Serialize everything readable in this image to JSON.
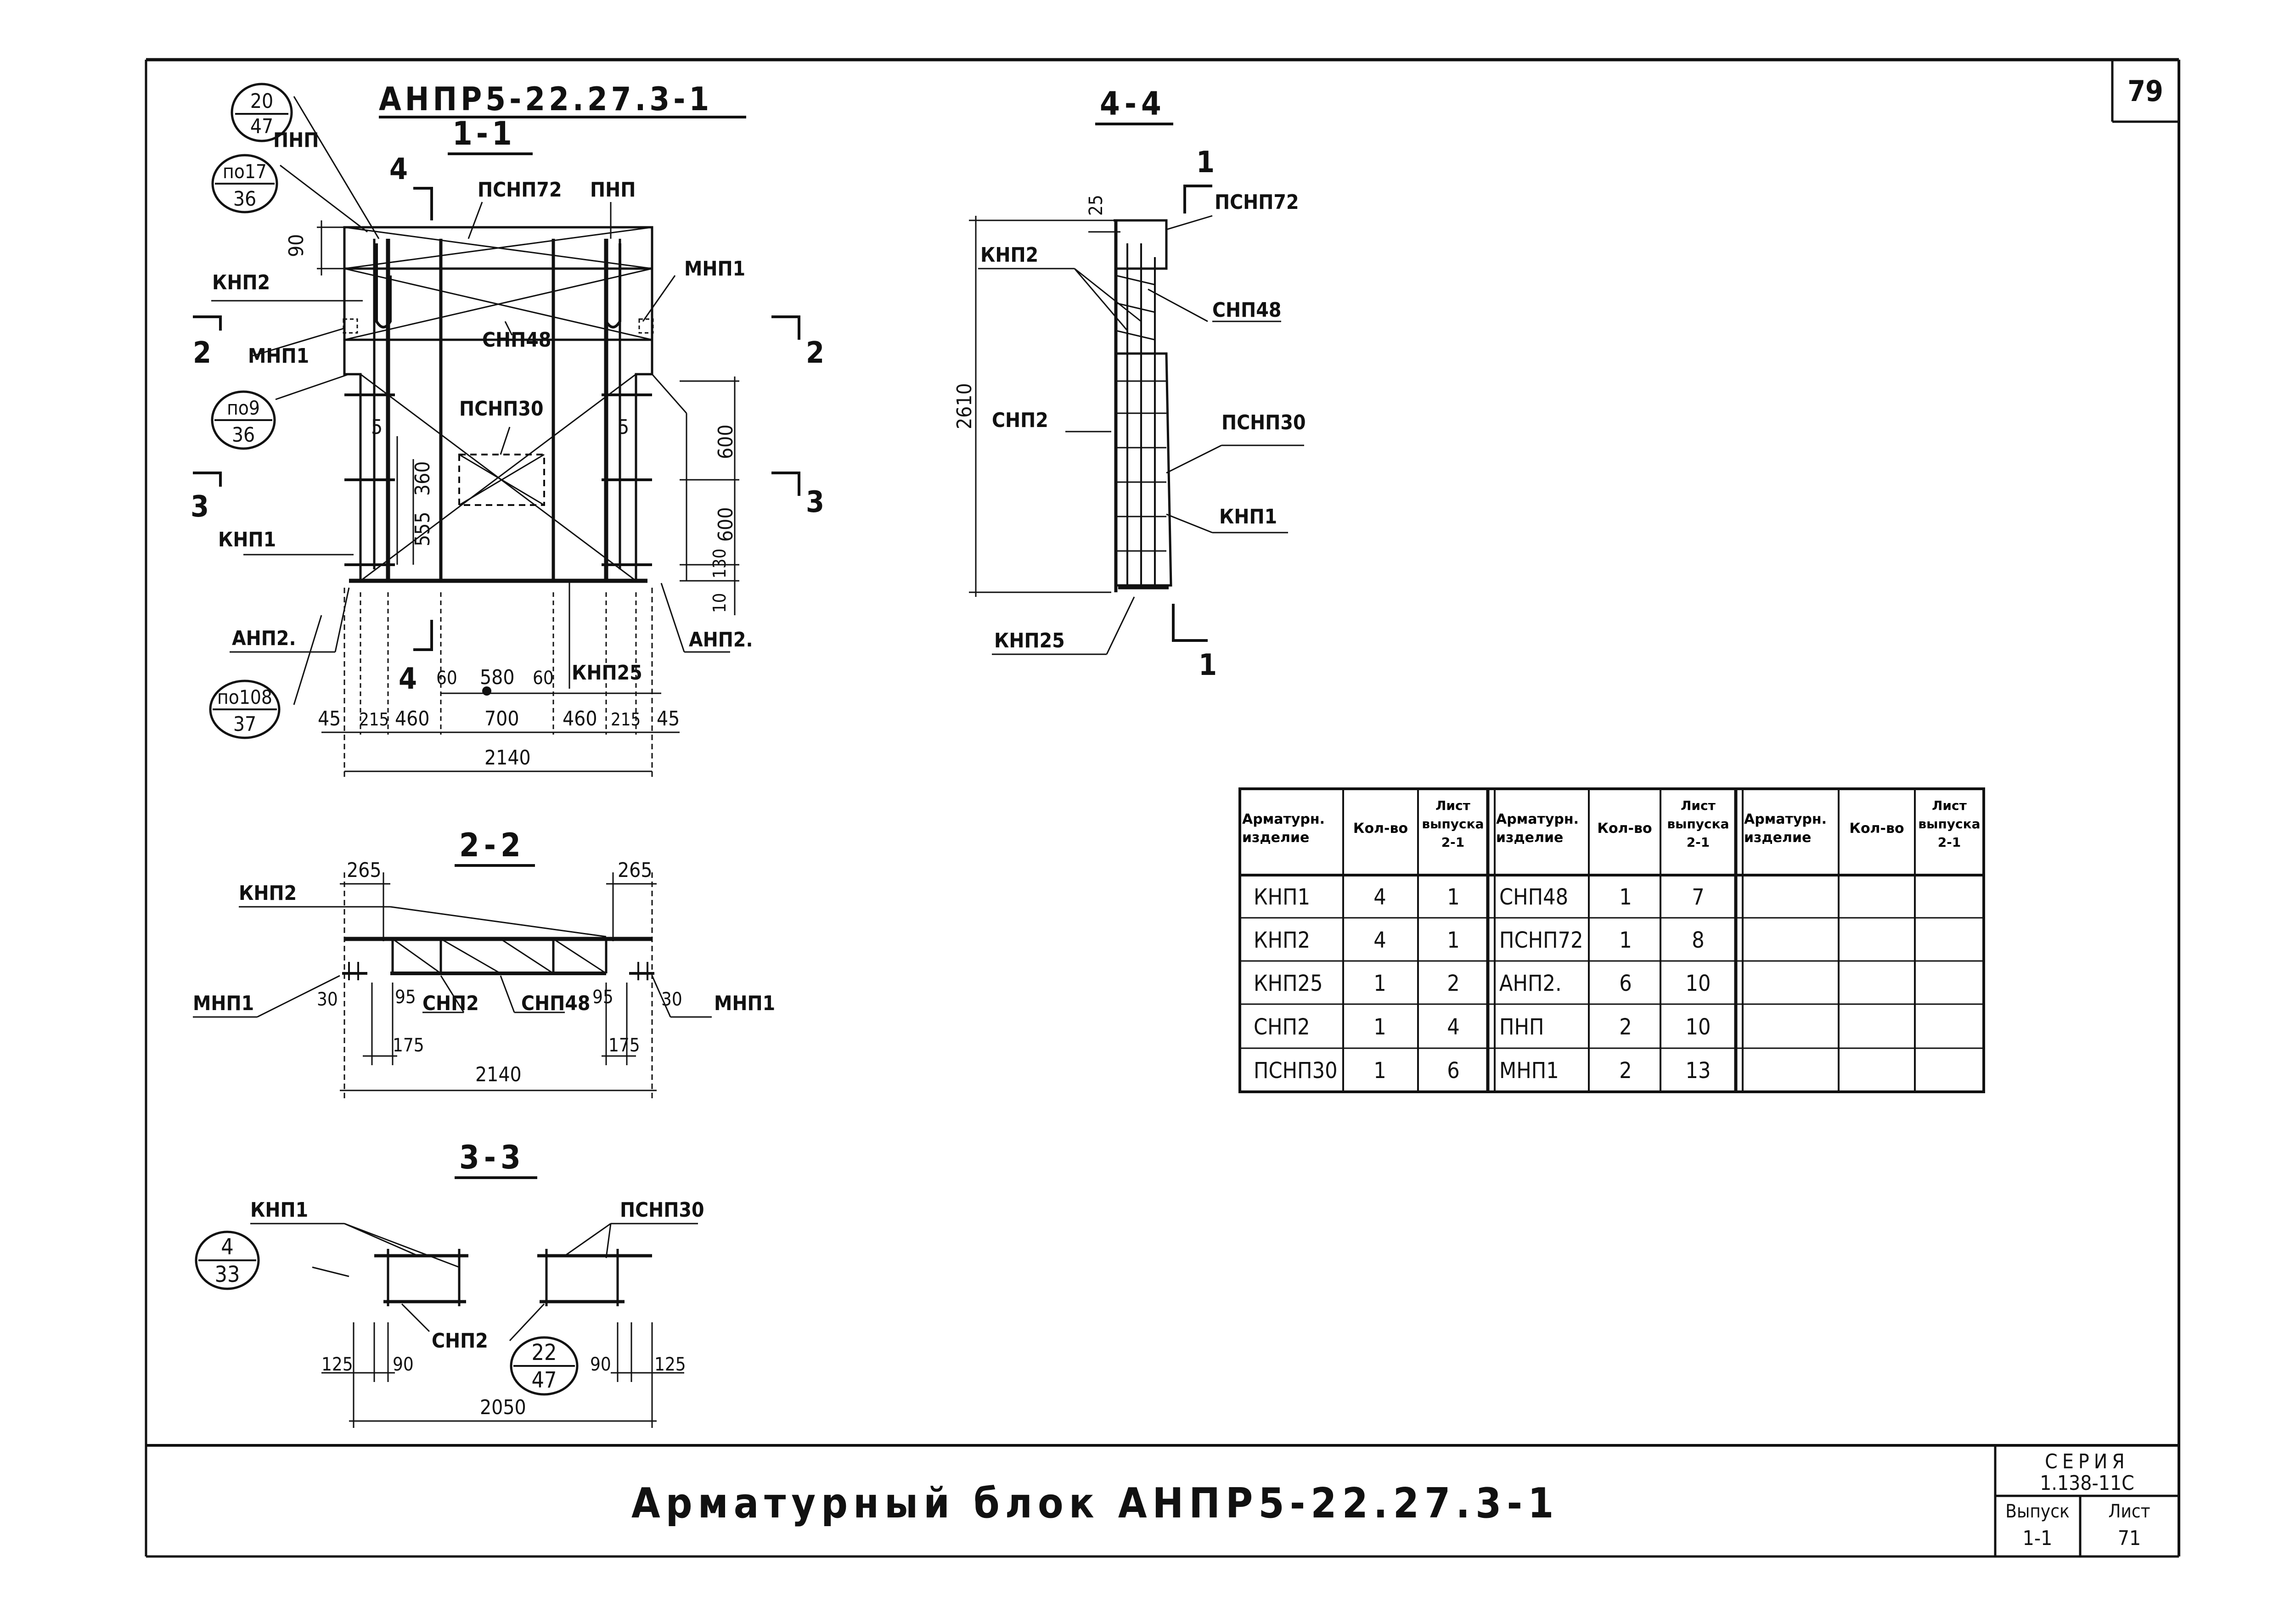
{
  "sheet": {
    "page_top": "79",
    "title": "Арматурный блок АНПР5-22.27.3-1",
    "stamp": {
      "series_label": "СЕРИЯ",
      "series_value": "1.138-11С",
      "issue_label": "Выпуск",
      "issue_value": "1-1",
      "sheet_label": "Лист",
      "sheet_value": "71"
    }
  },
  "main_view": {
    "mark": "АНПР5-22.27.3-1",
    "section": "1-1",
    "labels": {
      "knp2": "КНП2",
      "knp1": "КНП1",
      "mnp1_l": "МНП1",
      "mnp1_r": "МНП1",
      "pnp_l": "ПНП",
      "pnp_r": "ПНП",
      "psnp72": "ПСНП72",
      "snp48": "СНП48",
      "psnp30": "ПСНП30",
      "anp2_l": "АНП2.",
      "anp2_r": "АНП2.",
      "knp25": "КНП25"
    },
    "cut_marks": {
      "s4_top": "4",
      "s4_bot": "4",
      "s2_l": "2",
      "s2_r": "2",
      "s3_l": "3",
      "s3_r": "3"
    },
    "circles": [
      {
        "num": "20",
        "den": "47"
      },
      {
        "num": "по17",
        "den": "36"
      },
      {
        "num": "по9",
        "den": "36"
      },
      {
        "num": "по108",
        "den": "37"
      }
    ],
    "dims": {
      "d90": "90",
      "d5_l": "5",
      "d5_r": "5",
      "d360": "360",
      "d555": "555",
      "d600a": "600",
      "d600b": "600",
      "d130": "130",
      "d10": "10",
      "d60a": "60",
      "d580": "580",
      "d60b": "60",
      "row": [
        "45",
        "215",
        "460",
        "700",
        "460",
        "215",
        "45"
      ],
      "total": "2140"
    }
  },
  "section_44": {
    "title": "4-4",
    "labels": {
      "psnp72": "ПСНП72",
      "knp2": "КНП2",
      "snp48": "СНП48",
      "snp2": "СНП2",
      "psnp30": "ПСНП30",
      "knp1": "КНП1",
      "knp25": "КНП25"
    },
    "dims": {
      "d25": "25",
      "d2610": "2610"
    },
    "cut": {
      "top": "1",
      "bot": "1"
    }
  },
  "section_22": {
    "title": "2-2",
    "labels": {
      "knp2": "КНП2",
      "mnp1_l": "МНП1",
      "mnp1_r": "МНП1",
      "snp2": "СНП2",
      "snp48": "СНП48"
    },
    "dims": {
      "d265_l": "265",
      "d265_r": "265",
      "d30_l": "30",
      "d95_l": "95",
      "d95_r": "95",
      "d30_r": "30",
      "d175_l": "175",
      "d175_r": "175",
      "total": "2140"
    }
  },
  "section_33": {
    "title": "3-3",
    "labels": {
      "knp1": "КНП1",
      "psnp30": "ПСНП30",
      "snp2": "СНП2"
    },
    "circles": [
      {
        "num": "4",
        "den": "33"
      },
      {
        "num": "22",
        "den": "47"
      }
    ],
    "dims": {
      "d125_l": "125",
      "d90_l": "90",
      "d90_r": "90",
      "d125_r": "125",
      "total": "2050"
    }
  },
  "spec_table": {
    "headers": [
      "Арматурн. изделие",
      "Кол-во",
      "Лист выпуска 2-1",
      "Арматурн. изделие",
      "Кол-во",
      "Лист выпуска 2-1",
      "Арматурн. изделие",
      "Кол-во",
      "Лист выпуска 2-1"
    ],
    "rows": [
      [
        "КНП1",
        "4",
        "1",
        "СНП48",
        "1",
        "7",
        "",
        "",
        ""
      ],
      [
        "КНП2",
        "4",
        "1",
        "ПСНП72",
        "1",
        "8",
        "",
        "",
        ""
      ],
      [
        "КНП25",
        "1",
        "2",
        "АНП2.",
        "6",
        "10",
        "",
        "",
        ""
      ],
      [
        "СНП2",
        "1",
        "4",
        "ПНП",
        "2",
        "10",
        "",
        "",
        ""
      ],
      [
        "ПСНП30",
        "1",
        "6",
        "МНП1",
        "2",
        "13",
        "",
        "",
        ""
      ]
    ]
  }
}
